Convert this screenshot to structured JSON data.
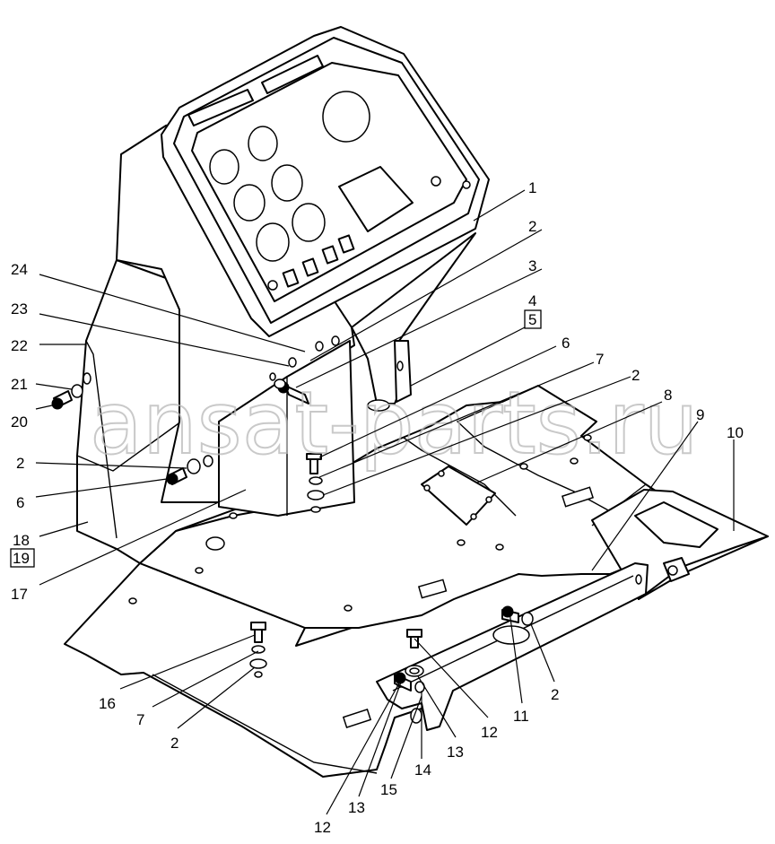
{
  "watermark": "ansat-parts.ru",
  "labels": [
    {
      "id": "1",
      "text": "1"
    },
    {
      "id": "2a",
      "text": "2"
    },
    {
      "id": "3",
      "text": "3"
    },
    {
      "id": "4",
      "text": "4"
    },
    {
      "id": "5",
      "text": "5",
      "boxed": true
    },
    {
      "id": "6a",
      "text": "6"
    },
    {
      "id": "7a",
      "text": "7"
    },
    {
      "id": "2b",
      "text": "2"
    },
    {
      "id": "8",
      "text": "8"
    },
    {
      "id": "9",
      "text": "9"
    },
    {
      "id": "10",
      "text": "10"
    },
    {
      "id": "24",
      "text": "24"
    },
    {
      "id": "23",
      "text": "23"
    },
    {
      "id": "22",
      "text": "22"
    },
    {
      "id": "21",
      "text": "21"
    },
    {
      "id": "20",
      "text": "20"
    },
    {
      "id": "2c",
      "text": "2"
    },
    {
      "id": "6b",
      "text": "6"
    },
    {
      "id": "18",
      "text": "18"
    },
    {
      "id": "19",
      "text": "19",
      "boxed": true
    },
    {
      "id": "17",
      "text": "17"
    },
    {
      "id": "16",
      "text": "16"
    },
    {
      "id": "7b",
      "text": "7"
    },
    {
      "id": "2d",
      "text": "2"
    },
    {
      "id": "11",
      "text": "11"
    },
    {
      "id": "2e",
      "text": "2"
    },
    {
      "id": "12a",
      "text": "12"
    },
    {
      "id": "13a",
      "text": "13"
    },
    {
      "id": "14",
      "text": "14"
    },
    {
      "id": "15",
      "text": "15"
    },
    {
      "id": "13b",
      "text": "13"
    },
    {
      "id": "12b",
      "text": "12"
    }
  ]
}
